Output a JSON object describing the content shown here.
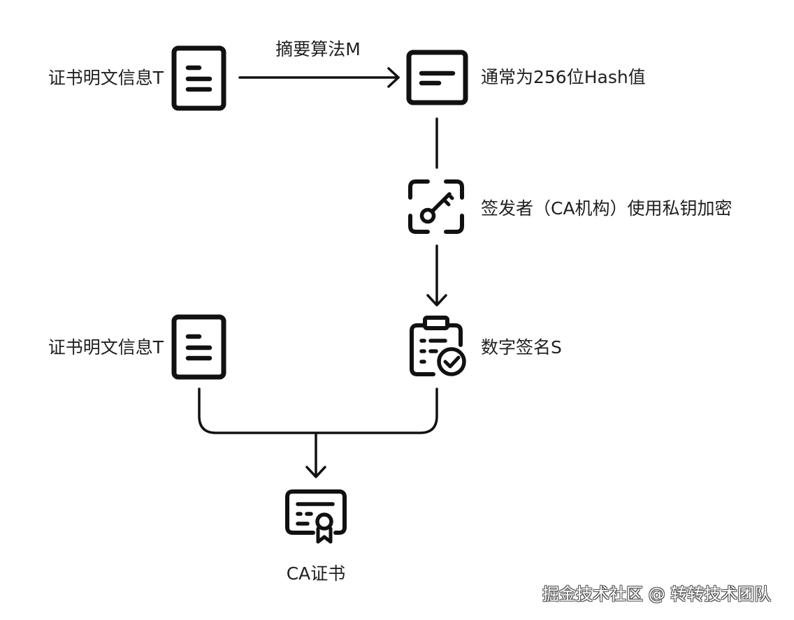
{
  "nodes": {
    "plaintext_top": {
      "label": "证书明文信息T"
    },
    "hash": {
      "label": "通常为256位Hash值"
    },
    "key": {
      "label": "签发者（CA机构）使用私钥加密"
    },
    "plaintext_bottom": {
      "label": "证书明文信息T"
    },
    "signature": {
      "label": "数字签名S"
    },
    "certificate": {
      "label": "CA证书"
    }
  },
  "edges": {
    "digest": {
      "label": "摘要算法M"
    }
  },
  "watermark": "掘金技术社区 @ 转转技术团队",
  "colors": {
    "ink": "#111111",
    "text": "#1f1f1f",
    "background": "#ffffff"
  },
  "icons": {
    "plaintext_top": "document-icon",
    "hash": "hash-document-icon",
    "key": "key-icon",
    "plaintext_bottom": "document-icon",
    "signature": "signed-clipboard-icon",
    "certificate": "certificate-icon"
  }
}
